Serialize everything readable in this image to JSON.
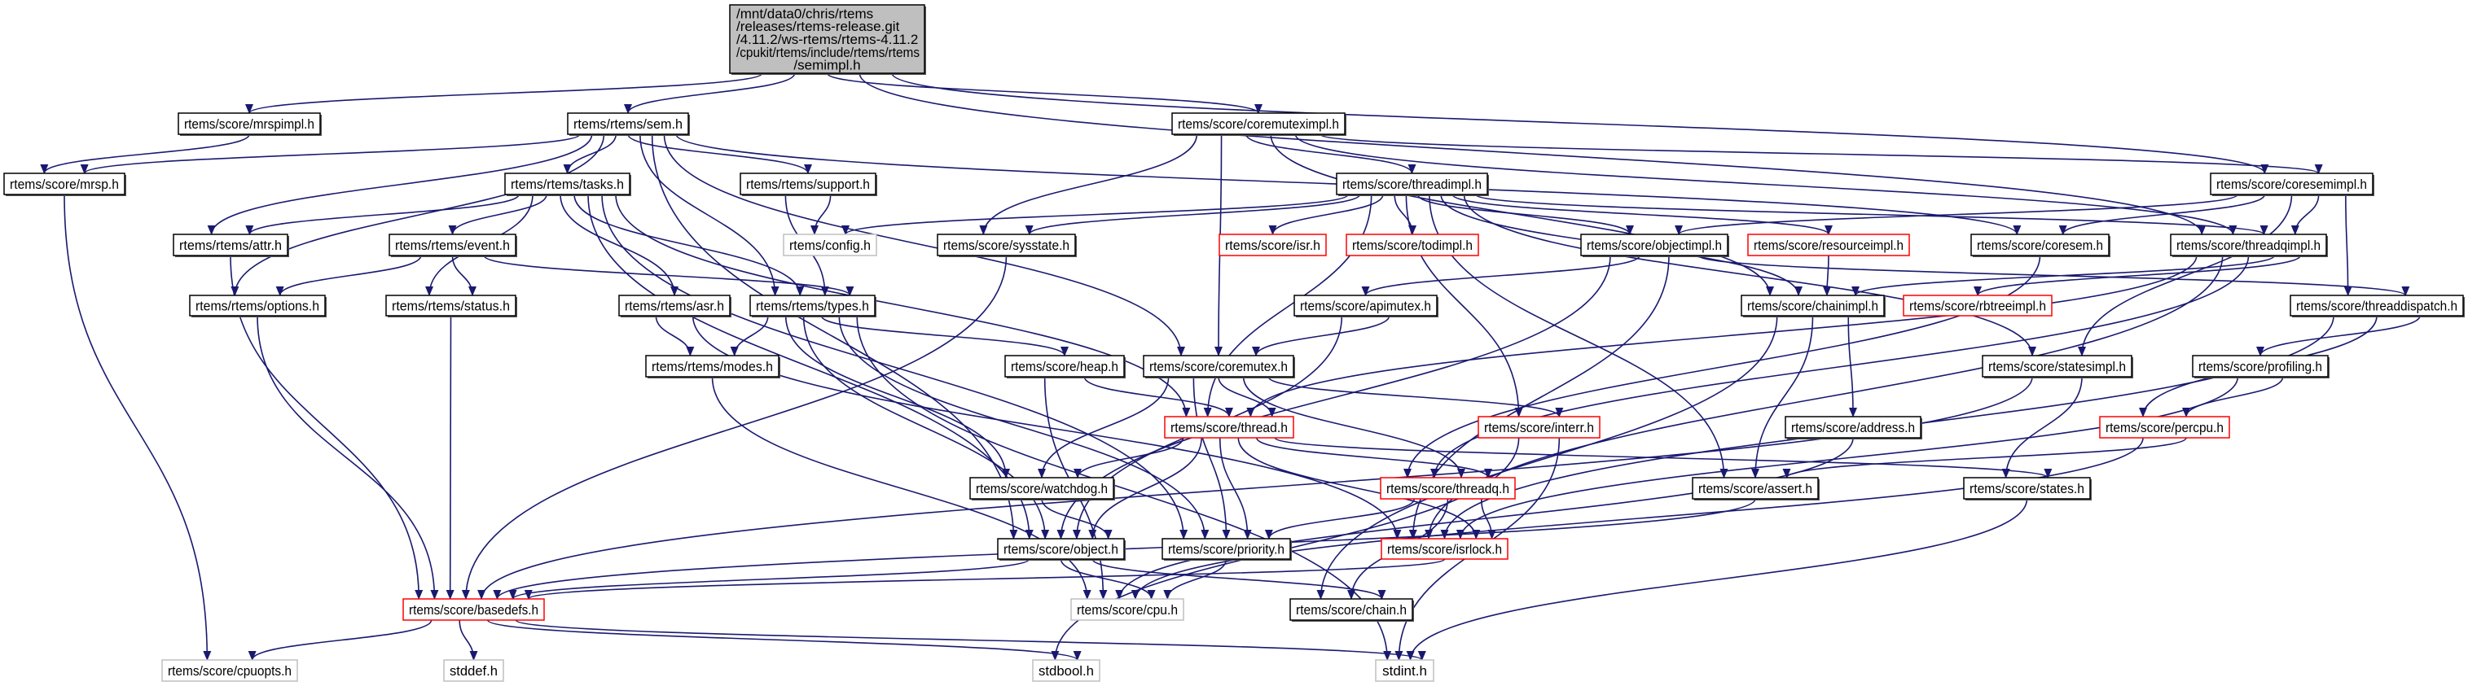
{
  "colors": {
    "edge": "#191970",
    "root_fill": "#bfbfbf",
    "red_border": "#ff0000",
    "gray_border": "#bfbfbf",
    "normal_border": "#000000"
  },
  "root": {
    "id": "root",
    "lines": [
      "/mnt/data0/chris/rtems",
      "/releases/rtems-release.git",
      "/4.11.2/ws-rtems/rtems-4.11.2",
      "/cpukit/rtems/include/rtems/rtems",
      "/semimpl.h"
    ]
  },
  "nodes": [
    {
      "id": "mrspimpl",
      "label": "rtems/score/mrspimpl.h",
      "style": "normal"
    },
    {
      "id": "sem",
      "label": "rtems/rtems/sem.h",
      "style": "normal"
    },
    {
      "id": "coremuteximpl",
      "label": "rtems/score/coremuteximpl.h",
      "style": "normal"
    },
    {
      "id": "mrsp",
      "label": "rtems/score/mrsp.h",
      "style": "normal"
    },
    {
      "id": "tasks",
      "label": "rtems/rtems/tasks.h",
      "style": "normal"
    },
    {
      "id": "support",
      "label": "rtems/rtems/support.h",
      "style": "normal"
    },
    {
      "id": "threadimpl",
      "label": "rtems/score/threadimpl.h",
      "style": "normal"
    },
    {
      "id": "coresemimpl",
      "label": "rtems/score/coresemimpl.h",
      "style": "normal"
    },
    {
      "id": "attr",
      "label": "rtems/rtems/attr.h",
      "style": "normal"
    },
    {
      "id": "event",
      "label": "rtems/rtems/event.h",
      "style": "normal"
    },
    {
      "id": "config",
      "label": "rtems/config.h",
      "style": "gray"
    },
    {
      "id": "sysstate",
      "label": "rtems/score/sysstate.h",
      "style": "normal"
    },
    {
      "id": "isr",
      "label": "rtems/score/isr.h",
      "style": "red"
    },
    {
      "id": "todimpl",
      "label": "rtems/score/todimpl.h",
      "style": "red"
    },
    {
      "id": "objectimpl",
      "label": "rtems/score/objectimpl.h",
      "style": "normal"
    },
    {
      "id": "resourceimpl",
      "label": "rtems/score/resourceimpl.h",
      "style": "red"
    },
    {
      "id": "coresem",
      "label": "rtems/score/coresem.h",
      "style": "normal"
    },
    {
      "id": "threadqimpl",
      "label": "rtems/score/threadqimpl.h",
      "style": "normal"
    },
    {
      "id": "options",
      "label": "rtems/rtems/options.h",
      "style": "normal"
    },
    {
      "id": "status",
      "label": "rtems/rtems/status.h",
      "style": "normal"
    },
    {
      "id": "asr",
      "label": "rtems/rtems/asr.h",
      "style": "normal"
    },
    {
      "id": "types",
      "label": "rtems/rtems/types.h",
      "style": "normal"
    },
    {
      "id": "apimutex",
      "label": "rtems/score/apimutex.h",
      "style": "normal"
    },
    {
      "id": "chainimpl",
      "label": "rtems/score/chainimpl.h",
      "style": "normal"
    },
    {
      "id": "rbtreeimpl",
      "label": "rtems/score/rbtreeimpl.h",
      "style": "red"
    },
    {
      "id": "threaddispatch",
      "label": "rtems/score/threaddispatch.h",
      "style": "normal"
    },
    {
      "id": "modes",
      "label": "rtems/rtems/modes.h",
      "style": "normal"
    },
    {
      "id": "heap",
      "label": "rtems/score/heap.h",
      "style": "normal"
    },
    {
      "id": "coremutex",
      "label": "rtems/score/coremutex.h",
      "style": "normal"
    },
    {
      "id": "statesimpl",
      "label": "rtems/score/statesimpl.h",
      "style": "normal"
    },
    {
      "id": "profiling",
      "label": "rtems/score/profiling.h",
      "style": "normal"
    },
    {
      "id": "thread",
      "label": "rtems/score/thread.h",
      "style": "red"
    },
    {
      "id": "interr",
      "label": "rtems/score/interr.h",
      "style": "red"
    },
    {
      "id": "address",
      "label": "rtems/score/address.h",
      "style": "normal"
    },
    {
      "id": "percpu",
      "label": "rtems/score/percpu.h",
      "style": "red"
    },
    {
      "id": "watchdog",
      "label": "rtems/score/watchdog.h",
      "style": "normal"
    },
    {
      "id": "threadq",
      "label": "rtems/score/threadq.h",
      "style": "red"
    },
    {
      "id": "assert",
      "label": "rtems/score/assert.h",
      "style": "normal"
    },
    {
      "id": "states",
      "label": "rtems/score/states.h",
      "style": "normal"
    },
    {
      "id": "object",
      "label": "rtems/score/object.h",
      "style": "normal"
    },
    {
      "id": "priority",
      "label": "rtems/score/priority.h",
      "style": "normal"
    },
    {
      "id": "isrlock",
      "label": "rtems/score/isrlock.h",
      "style": "red"
    },
    {
      "id": "basedefs",
      "label": "rtems/score/basedefs.h",
      "style": "red"
    },
    {
      "id": "cpu",
      "label": "rtems/score/cpu.h",
      "style": "gray"
    },
    {
      "id": "chain",
      "label": "rtems/score/chain.h",
      "style": "normal"
    },
    {
      "id": "cpuopts",
      "label": "rtems/score/cpuopts.h",
      "style": "gray"
    },
    {
      "id": "stddef",
      "label": "stddef.h",
      "style": "gray"
    },
    {
      "id": "stdbool",
      "label": "stdbool.h",
      "style": "gray"
    },
    {
      "id": "stdint",
      "label": "stdint.h",
      "style": "gray"
    }
  ],
  "edges": [
    [
      "root",
      "mrspimpl"
    ],
    [
      "root",
      "sem"
    ],
    [
      "root",
      "coremuteximpl"
    ],
    [
      "root",
      "coresemimpl"
    ],
    [
      "root",
      "threadqimpl"
    ],
    [
      "mrspimpl",
      "mrsp"
    ],
    [
      "sem",
      "mrsp"
    ],
    [
      "sem",
      "attr"
    ],
    [
      "sem",
      "options"
    ],
    [
      "sem",
      "tasks"
    ],
    [
      "sem",
      "types"
    ],
    [
      "sem",
      "support"
    ],
    [
      "sem",
      "object"
    ],
    [
      "sem",
      "coremutex"
    ],
    [
      "sem",
      "coresem"
    ],
    [
      "mrsp",
      "cpuopts"
    ],
    [
      "tasks",
      "attr"
    ],
    [
      "tasks",
      "event"
    ],
    [
      "tasks",
      "status"
    ],
    [
      "tasks",
      "asr"
    ],
    [
      "tasks",
      "types"
    ],
    [
      "tasks",
      "thread"
    ],
    [
      "tasks",
      "object"
    ],
    [
      "tasks",
      "priority"
    ],
    [
      "support",
      "config"
    ],
    [
      "support",
      "types"
    ],
    [
      "coremuteximpl",
      "sysstate"
    ],
    [
      "coremuteximpl",
      "threadimpl"
    ],
    [
      "coremuteximpl",
      "coremutex"
    ],
    [
      "coremuteximpl",
      "coresemimpl"
    ],
    [
      "coremuteximpl",
      "threadqimpl"
    ],
    [
      "coremuteximpl",
      "chainimpl"
    ],
    [
      "threadimpl",
      "config"
    ],
    [
      "threadimpl",
      "sysstate"
    ],
    [
      "threadimpl",
      "isr"
    ],
    [
      "threadimpl",
      "todimpl"
    ],
    [
      "threadimpl",
      "objectimpl"
    ],
    [
      "threadimpl",
      "resourceimpl"
    ],
    [
      "threadimpl",
      "threadqimpl"
    ],
    [
      "threadimpl",
      "chainimpl"
    ],
    [
      "threadimpl",
      "thread"
    ],
    [
      "threadimpl",
      "interr"
    ],
    [
      "threadimpl",
      "statesimpl"
    ],
    [
      "threadimpl",
      "assert"
    ],
    [
      "coresemimpl",
      "objectimpl"
    ],
    [
      "coresemimpl",
      "coresem"
    ],
    [
      "coresemimpl",
      "threadqimpl"
    ],
    [
      "coresemimpl",
      "threaddispatch"
    ],
    [
      "coresemimpl",
      "statesimpl"
    ],
    [
      "attr",
      "basedefs"
    ],
    [
      "event",
      "options"
    ],
    [
      "event",
      "status"
    ],
    [
      "event",
      "types"
    ],
    [
      "options",
      "basedefs"
    ],
    [
      "status",
      "basedefs"
    ],
    [
      "sysstate",
      "basedefs"
    ],
    [
      "asr",
      "modes"
    ],
    [
      "asr",
      "isrlock"
    ],
    [
      "types",
      "modes"
    ],
    [
      "types",
      "heap"
    ],
    [
      "types",
      "watchdog"
    ],
    [
      "types",
      "object"
    ],
    [
      "types",
      "priority"
    ],
    [
      "types",
      "stdint"
    ],
    [
      "modes",
      "cpu"
    ],
    [
      "heap",
      "thread"
    ],
    [
      "heap",
      "cpu"
    ],
    [
      "objectimpl",
      "apimutex"
    ],
    [
      "objectimpl",
      "object"
    ],
    [
      "objectimpl",
      "isrlock"
    ],
    [
      "objectimpl",
      "threaddispatch"
    ],
    [
      "resourceimpl",
      "chainimpl"
    ],
    [
      "coresem",
      "threadq"
    ],
    [
      "threadqimpl",
      "chainimpl"
    ],
    [
      "threadqimpl",
      "rbtreeimpl"
    ],
    [
      "threadqimpl",
      "thread"
    ],
    [
      "threadqimpl",
      "threadq"
    ],
    [
      "threadqimpl",
      "isrlock"
    ],
    [
      "apimutex",
      "coremutex"
    ],
    [
      "apimutex",
      "object"
    ],
    [
      "chainimpl",
      "assert"
    ],
    [
      "chainimpl",
      "address"
    ],
    [
      "chainimpl",
      "chain"
    ],
    [
      "threaddispatch",
      "profiling"
    ],
    [
      "threaddispatch",
      "percpu"
    ],
    [
      "threaddispatch",
      "isrlock"
    ],
    [
      "coremutex",
      "thread"
    ],
    [
      "coremutex",
      "watchdog"
    ],
    [
      "coremutex",
      "interr"
    ],
    [
      "coremutex",
      "threadq"
    ],
    [
      "coremutex",
      "priority"
    ],
    [
      "statesimpl",
      "states"
    ],
    [
      "statesimpl",
      "basedefs"
    ],
    [
      "profiling",
      "percpu"
    ],
    [
      "profiling",
      "isrlock"
    ],
    [
      "thread",
      "watchdog"
    ],
    [
      "thread",
      "object"
    ],
    [
      "thread",
      "priority"
    ],
    [
      "thread",
      "threadq"
    ],
    [
      "thread",
      "isrlock"
    ],
    [
      "thread",
      "states"
    ],
    [
      "interr",
      "stdbool"
    ],
    [
      "interr",
      "stdint"
    ],
    [
      "address",
      "cpu"
    ],
    [
      "percpu",
      "assert"
    ],
    [
      "percpu",
      "cpu"
    ],
    [
      "watchdog",
      "object"
    ],
    [
      "threadq",
      "priority"
    ],
    [
      "threadq",
      "isrlock"
    ],
    [
      "threadq",
      "chain"
    ],
    [
      "assert",
      "basedefs"
    ],
    [
      "states",
      "stdint"
    ],
    [
      "object",
      "basedefs"
    ],
    [
      "object",
      "cpu"
    ],
    [
      "object",
      "chain"
    ],
    [
      "priority",
      "cpu"
    ],
    [
      "isrlock",
      "basedefs"
    ],
    [
      "basedefs",
      "cpuopts"
    ],
    [
      "basedefs",
      "stddef"
    ],
    [
      "basedefs",
      "stdbool"
    ],
    [
      "basedefs",
      "stdint"
    ]
  ]
}
